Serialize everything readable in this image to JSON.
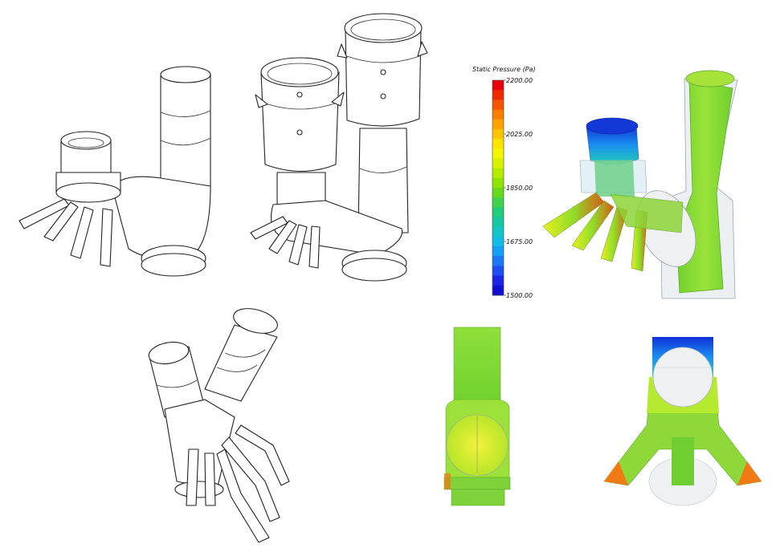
{
  "legend": {
    "title": "Static Pressure (Pa)",
    "min": 1500,
    "max": 2200,
    "ticks": [
      "2200.00",
      "2025.00",
      "1850.00",
      "1675.00",
      "1500.00"
    ],
    "bands": [
      "#e8000c",
      "#f02a00",
      "#f55400",
      "#fa7c00",
      "#ffa200",
      "#ffc400",
      "#ffe400",
      "#f4f600",
      "#d6f200",
      "#b4ec00",
      "#8fe400",
      "#66da1a",
      "#3fd24a",
      "#22cc78",
      "#14c9a2",
      "#10c6c6",
      "#10bde6",
      "#149ef5",
      "#1a78f5",
      "#1e4ef2",
      "#1c24e6",
      "#1010d2"
    ]
  },
  "colors": {
    "outline": "#222222",
    "cfd_green": "#7fd83a",
    "cfd_yellow": "#d6ee2a",
    "cfd_blue": "#1a5fe8",
    "cfd_orange": "#f07a14"
  },
  "views": [
    {
      "name": "single-duct-wireframe"
    },
    {
      "name": "twin-duct-with-mounts"
    },
    {
      "name": "pressure-contour-iso"
    },
    {
      "name": "wireframe-top-view"
    },
    {
      "name": "pressure-contour-side"
    },
    {
      "name": "pressure-contour-front"
    }
  ]
}
